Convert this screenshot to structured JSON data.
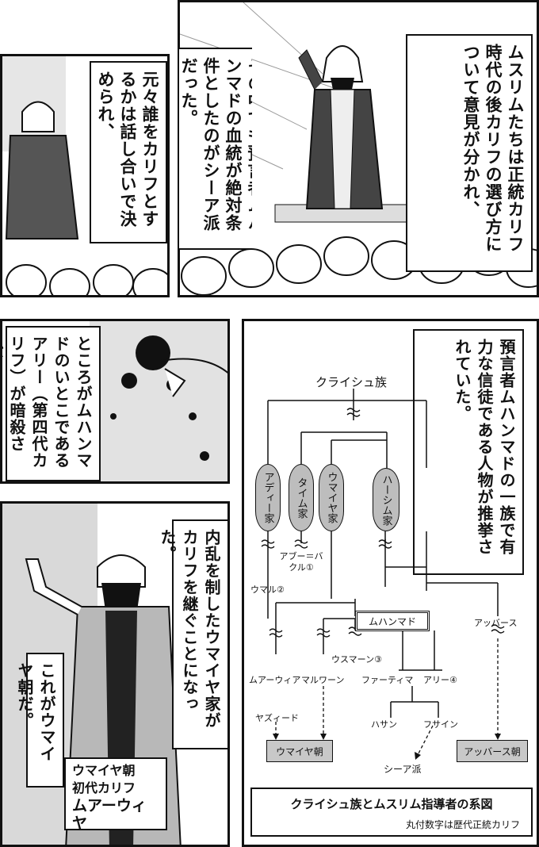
{
  "panel1": {
    "text": "ムスリムたちは正統カリフ時代の後カリフの選び方について意見が分かれ、"
  },
  "panel2": {
    "text": "その中でも預言者ムハンマドの血統が絶対条件としたのがシーア派だった。"
  },
  "panel3": {
    "text": "元々誰をカリフとするかは話し合いで決められ、"
  },
  "panel4": {
    "text": "ところがムハンマドのいとこであるアリー（第四代カリフ）が暗殺され、"
  },
  "panel5": {
    "text_main": "内乱を制したウマイヤ家がカリフを継ぐことになった。",
    "text_sub": "これがウマイヤ朝だ。",
    "caption_lines": [
      "ウマイヤ朝",
      "初代カリフ",
      "ムアーウィヤ"
    ]
  },
  "diagram": {
    "intro": "預言者ムハンマドの一族で有力な信徒である人物が推挙されていた。",
    "root": "クライシュ族",
    "clans": [
      "アディー家",
      "タイム家",
      "ウマイヤ家",
      "ハーシム家"
    ],
    "people": {
      "abu_bakr": "アブー＝バクル①",
      "umar": "ウマル②",
      "muhammad": "ムハンマド",
      "uthman": "ウスマーン③",
      "muawiya": "ムアーウィア",
      "marwan": "マルワーン",
      "fatima": "ファーティマ",
      "ali": "アリー④",
      "abbas": "アッバース",
      "yazid": "ヤズィード",
      "hasan": "ハサン",
      "husayn": "フサイン"
    },
    "dynasties": {
      "umayyad": "ウマイヤ朝",
      "shia": "シーア派",
      "abbasid": "アッバース朝"
    },
    "title": "クライシュ族とムスリム指導者の系図",
    "subtitle": "丸付数字は歴代正統カリフ"
  }
}
